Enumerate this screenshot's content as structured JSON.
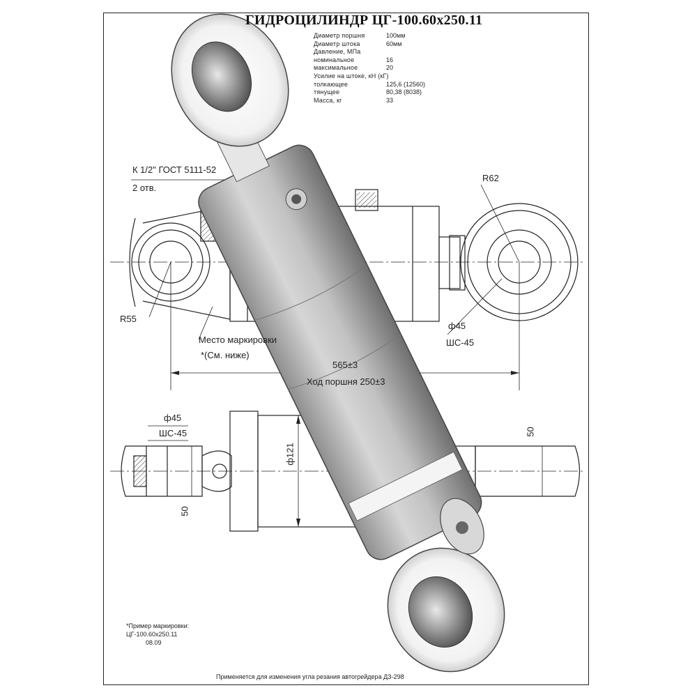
{
  "title": "ГИДРОЦИЛИНДР ЦГ-100.60х250.11",
  "specs": [
    {
      "label": "Диаметр поршня",
      "value": "100мм"
    },
    {
      "label": "Диаметр штока",
      "value": "60мм"
    },
    {
      "label": "Давление, МПа",
      "value": ""
    },
    {
      "label": "номинальное",
      "value": "16"
    },
    {
      "label": "максимальное",
      "value": "20"
    },
    {
      "label": "Усилие на штоке, кН (кГ)",
      "value": ""
    },
    {
      "label": "толкающее",
      "value": "125,6 (12560)"
    },
    {
      "label": "тянущее",
      "value": "80,38 (8038)"
    },
    {
      "label": "Масса, кг",
      "value": "33"
    }
  ],
  "labels": {
    "port_thread": "К 1/2\" ГОСТ 5111-52",
    "port_count": "2 отв.",
    "radius_left": "R55",
    "radius_right": "R62",
    "marking_place": "Место маркировки",
    "see_below": "*(См. ниже)",
    "length": "565±3",
    "stroke": "Ход поршня 250±3",
    "dia_45_right": "ф45",
    "bearing_right": "ШС-45",
    "dia_45_left": "ф45",
    "bearing_left": "ШС-45",
    "dim_50_left": "50",
    "dim_50_right": "50",
    "dia_121": "ф121"
  },
  "marking_example": {
    "heading": "*Пример маркировки:",
    "code": "ЦГ-100.60х250.11",
    "date": "08.09"
  },
  "footer": "Применяется для изменения угла резания автогрейдера ДЗ-298"
}
